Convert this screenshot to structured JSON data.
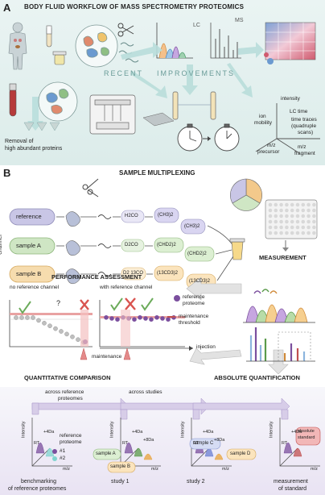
{
  "panelA": {
    "letter": "A",
    "title": "BODY FLUID WORKFLOW OF MASS SPECTROMETRY PROTEOMICS",
    "lc": "LC",
    "ms": "MS",
    "recent": "RECENT",
    "improvements": "IMPROVEMENTS",
    "removal_line1": "Removal of",
    "removal_line2": "high abundant proteins",
    "axis_intensity": "intensity",
    "axis_lc_time": "LC time",
    "axis_ion": "ion",
    "axis_mobility": "mobility",
    "axis_time_traces_1": "time traces",
    "axis_time_traces_2": "(quadruple",
    "axis_time_traces_3": "scans)",
    "axis_mz_precursor_1": "m/z",
    "axis_mz_precursor_2": "precursor",
    "axis_mz_fragment_1": "m/z",
    "axis_mz_fragment_2": "fragment"
  },
  "panelB": {
    "letter": "B",
    "multiplexing_title": "SAMPLE MULTIPLEXING",
    "channel_label": "channel",
    "channels": [
      {
        "name": "reference",
        "reagent": "H2CO",
        "r1": "(CH3)2",
        "r2": "(CH3)2"
      },
      {
        "name": "sample A",
        "reagent": "D2CO",
        "r1": "(CHD2)2",
        "r2": "(CHD2)2"
      },
      {
        "name": "sample B",
        "reagent": "D2 13CO",
        "r1": "(13CD3)2",
        "r2": "(13CD3)2"
      }
    ],
    "measurement": "MEASUREMENT",
    "performance_title": "PERFORMANCE ASSESSMENT",
    "no_ref": "no reference channel",
    "with_ref": "with reference channel",
    "question": "?",
    "legend_ref_1": "reference",
    "legend_ref_2": "proteome",
    "maint_threshold_1": "maintenance",
    "maint_threshold_2": "threshold",
    "injection": "injection",
    "maintenance": "maintenance",
    "quant_title": "QUANTITATIVE COMPARISON",
    "abs_title": "ABSOLUTE QUANTIFICATION",
    "across_ref_1": "across reference",
    "across_ref_2": "proteomes",
    "across_studies": "across studies",
    "intensity": "Intensity",
    "rt": "RT",
    "mz": "m/z",
    "plus4": "+4Da",
    "plus8": "+8Da",
    "ref_proteome_1": "reference",
    "ref_proteome_2": "proteome",
    "ref1": "#1",
    "ref2": "#2",
    "sampleA": "sample A",
    "sampleB": "sample B",
    "sampleC": "sample C",
    "sampleD": "sample D",
    "abs_std_1": "absolute",
    "abs_std_2": "standard",
    "bottom_1a": "benchmarking",
    "bottom_1b": "of reference proteomes",
    "bottom_2": "study 1",
    "bottom_3": "study 2",
    "bottom_4a": "measurement",
    "bottom_4b": "of standard"
  },
  "colors": {
    "panelA_bg": "#e6f1f0",
    "arrow": "#a9d3d0",
    "reference": "#c9c6e6",
    "sampleA": "#cfe6c4",
    "sampleB": "#f6dcae",
    "purple": "#7b4f9e",
    "red": "#d9534f",
    "green": "#6bab5a",
    "orange": "#e8a33b"
  }
}
